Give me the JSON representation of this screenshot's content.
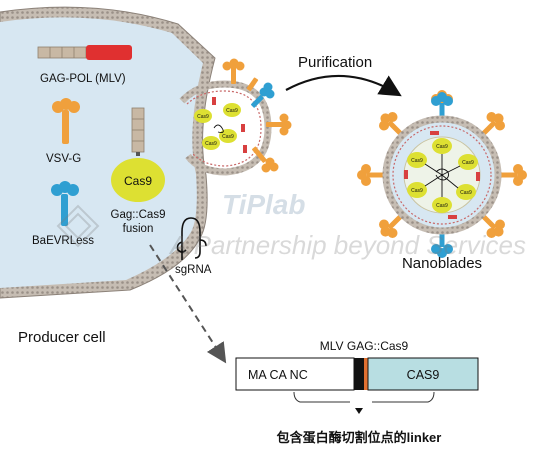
{
  "producer": {
    "label": "Producer cell",
    "components": {
      "gagpol": "GAG-POL (MLV)",
      "vsvg": "VSV-G",
      "baevrless": "BaEVRLess",
      "cas9": "Cas9",
      "gag_cas9_line1": "Gag::Cas9",
      "gag_cas9_line2": "fusion",
      "sgrna": "sgRNA"
    }
  },
  "budding": {
    "cas9_marks": [
      "Cas9",
      "Cas9",
      "Cas9",
      "Cas9"
    ]
  },
  "purification": {
    "label": "Purification"
  },
  "nanoblade": {
    "label": "Nanoblades",
    "cas9_marks": [
      "Cas9",
      "Cas9",
      "Cas9",
      "Cas9",
      "Cas9",
      "Cas9"
    ]
  },
  "construct": {
    "title": "MLV GAG::Cas9",
    "segments": {
      "gag": "MA CA NC",
      "cas9": "CAS9"
    },
    "linker_note": "包含蛋白酶切割位点的linker"
  },
  "watermark": {
    "brand": "TiPlab",
    "tagline": "A Partnership beyond Services"
  },
  "colors": {
    "cytoplasm": "#d7e7f2",
    "membrane": "#b9b0a7",
    "orange": "#f0a03c",
    "blue": "#2f9fd2",
    "cas9_yellow": "#dde032",
    "gagpol_red": "#e03030",
    "cas9_box": "#b8dee2"
  }
}
